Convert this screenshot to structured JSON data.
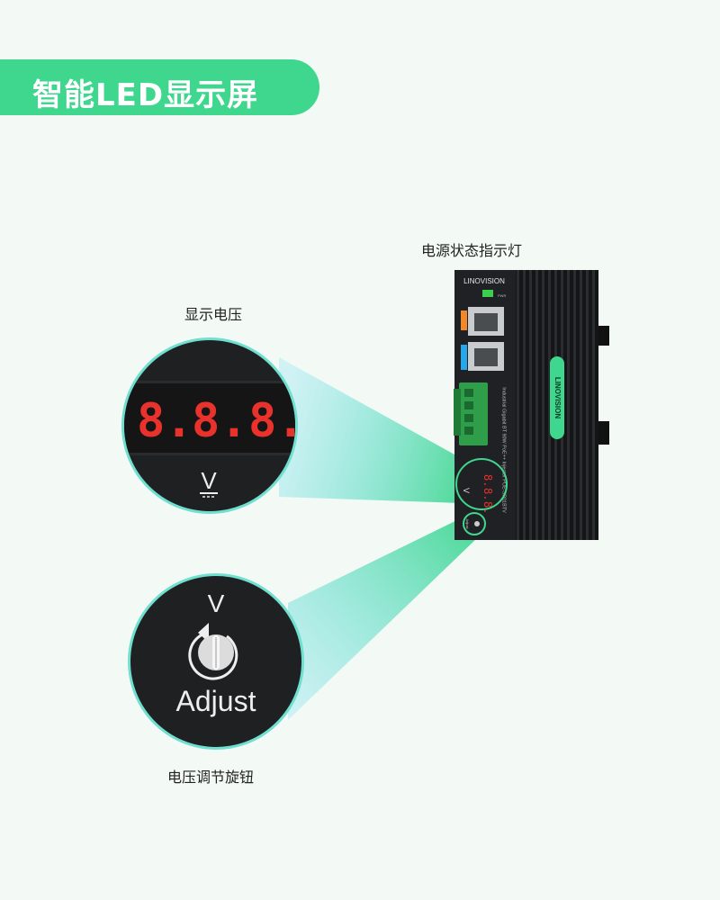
{
  "banner": {
    "title": "智能LED显示屏"
  },
  "labels": {
    "power_indicator": "电源状态指示灯",
    "display_voltage": "显示电压",
    "knob": "电压调节旋钮"
  },
  "zoom_display": {
    "digits": [
      "8.",
      "8.",
      "8."
    ],
    "unit": "V"
  },
  "zoom_knob": {
    "unit": "V",
    "adjust_label": "Adjust"
  },
  "device": {
    "brand": "LINOVISION",
    "side_logo": "LINOVISION",
    "model_text": "Industrial Gigabit BT 90W PoE++ Injector POE-SP01BTV",
    "pwr_label": "PWR",
    "adjust_small": "Adjust",
    "unit_small": "V"
  },
  "colors": {
    "accent": "#3fd68d",
    "led_red": "#e8322b",
    "device_body": "#1c1d1f",
    "terminal_green": "#2f9e4a"
  }
}
